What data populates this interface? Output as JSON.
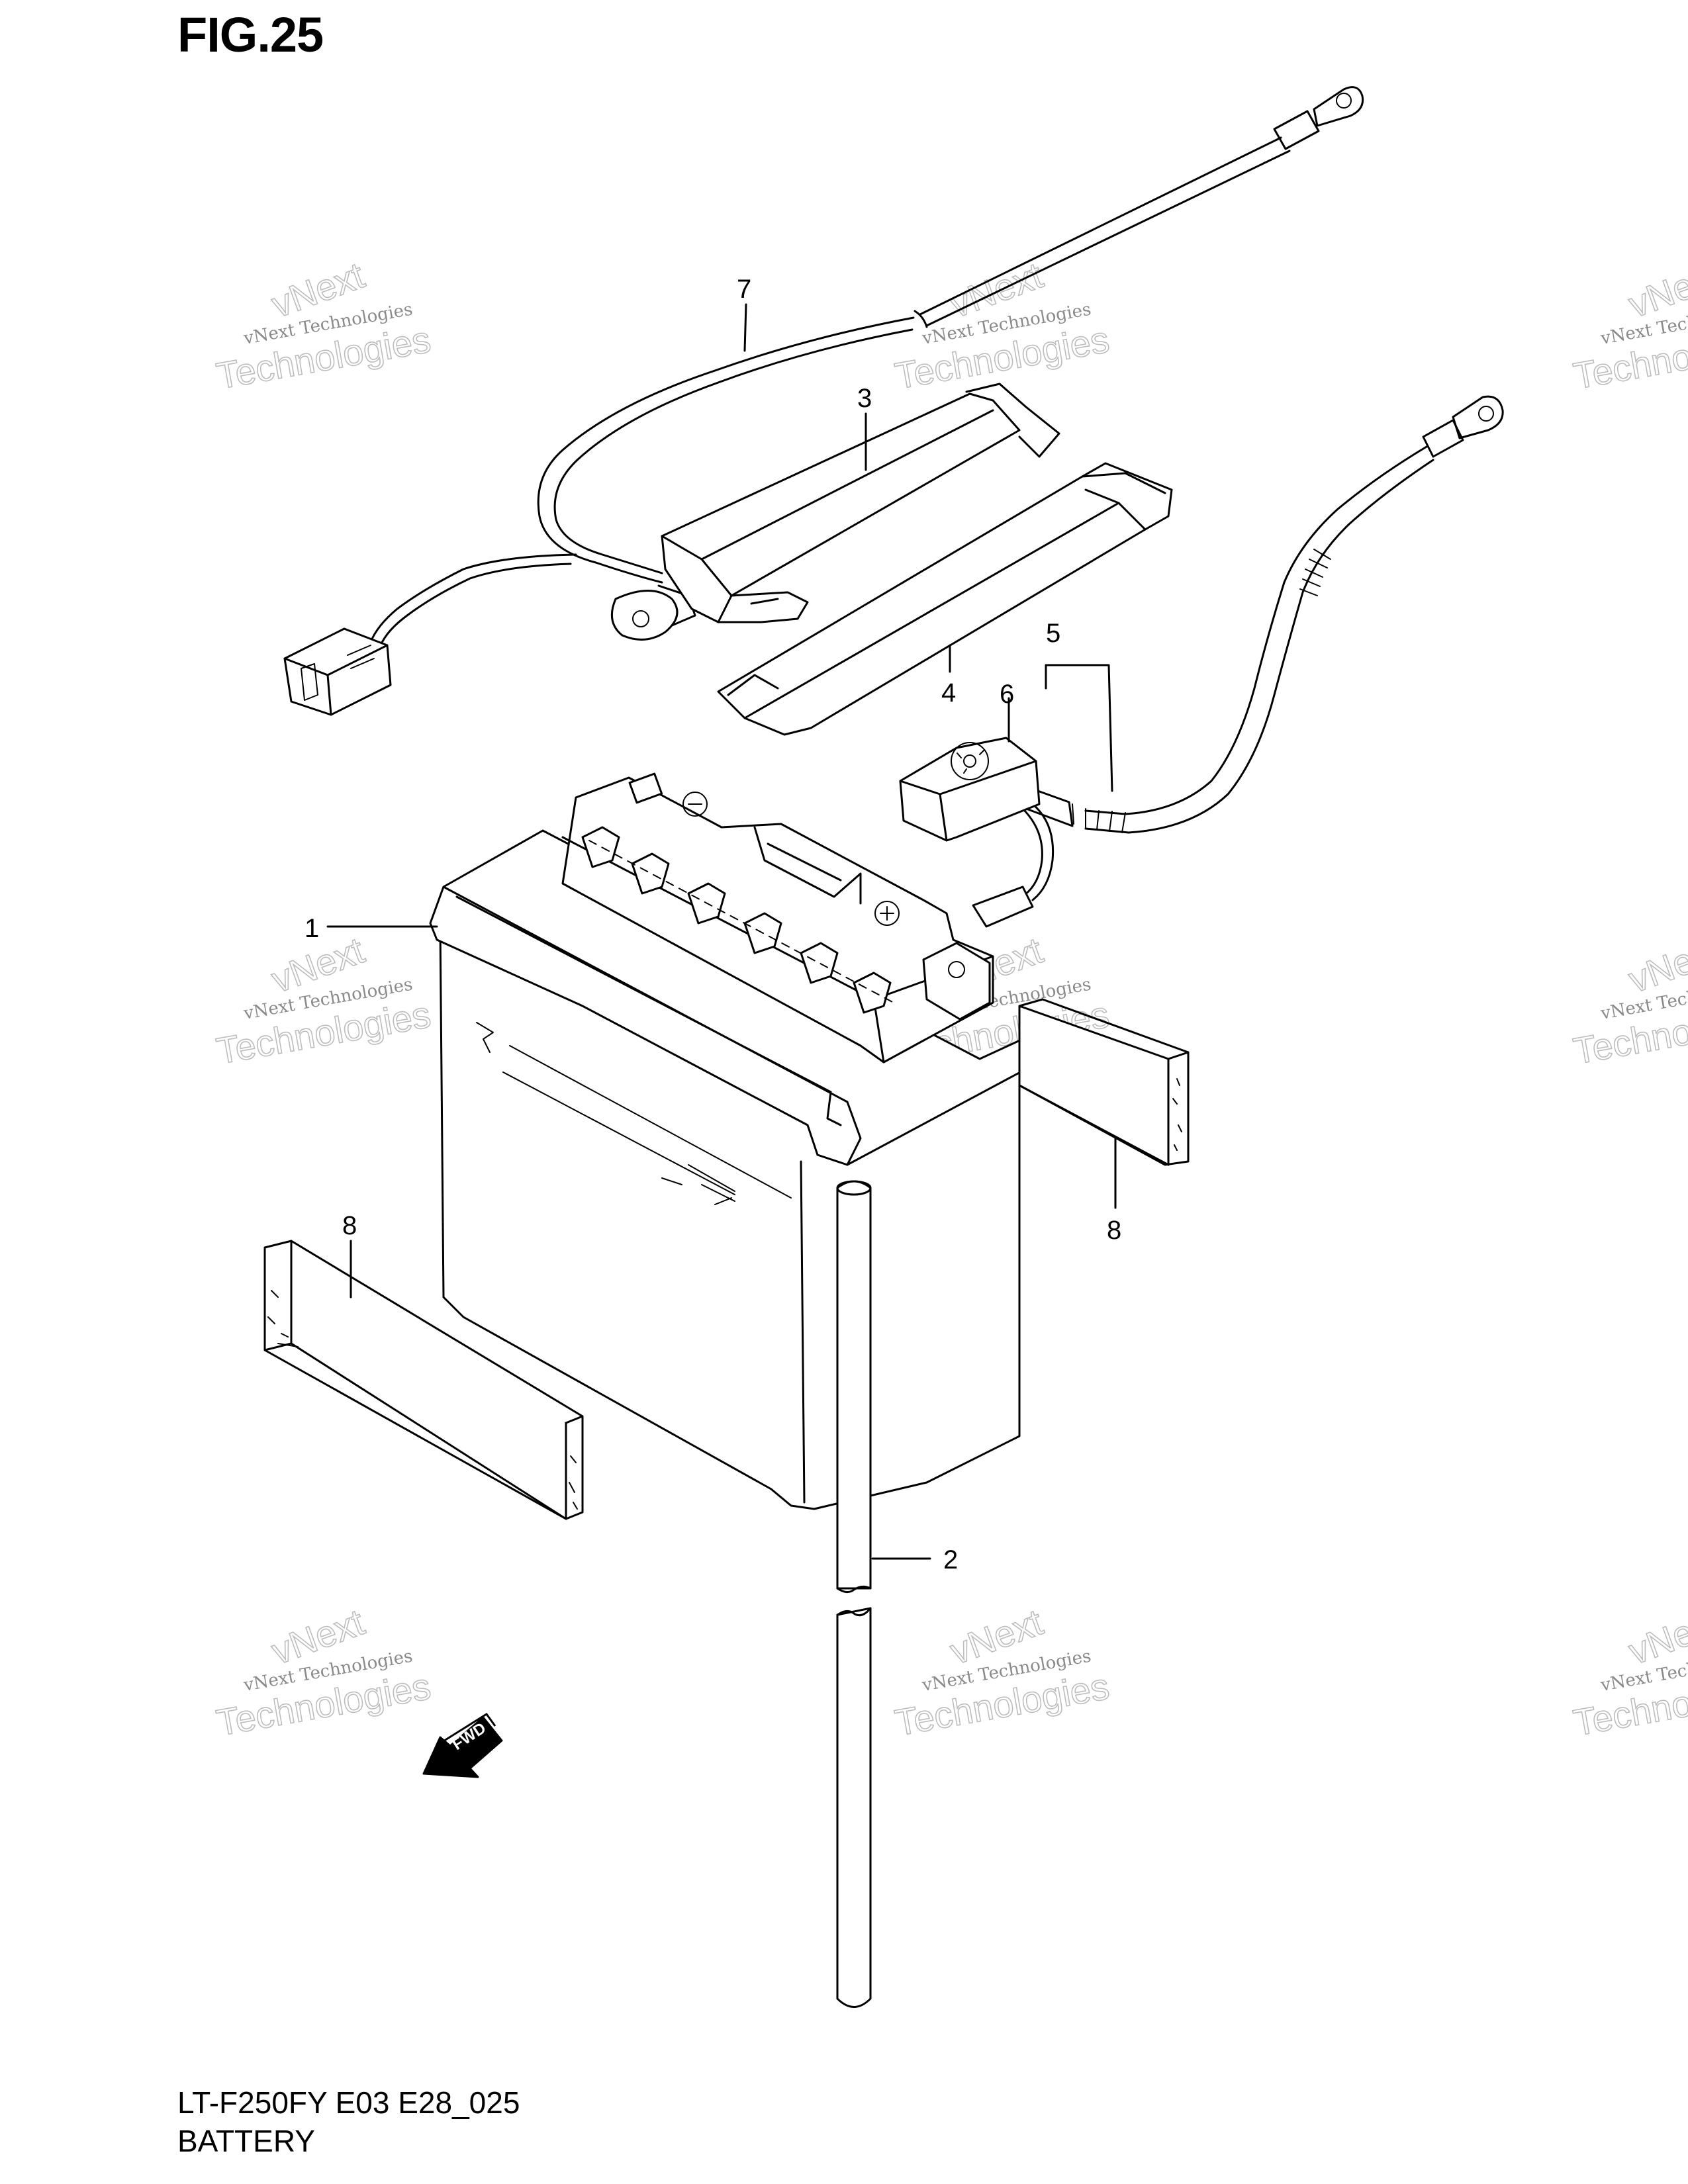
{
  "figure": {
    "title": "FIG.25",
    "model_code": "LT-F250FY E03 E28_025",
    "section_name": "BATTERY"
  },
  "callouts": [
    {
      "id": "1",
      "label": "1"
    },
    {
      "id": "2",
      "label": "2"
    },
    {
      "id": "3",
      "label": "3"
    },
    {
      "id": "4",
      "label": "4"
    },
    {
      "id": "5",
      "label": "5"
    },
    {
      "id": "6",
      "label": "6"
    },
    {
      "id": "7",
      "label": "7"
    },
    {
      "id": "8a",
      "label": "8"
    },
    {
      "id": "8b",
      "label": "8"
    }
  ],
  "fwd_label": "FWD",
  "watermark": {
    "line1": "vNext Technologies",
    "line2": "Technologies",
    "line3": "vNext"
  }
}
